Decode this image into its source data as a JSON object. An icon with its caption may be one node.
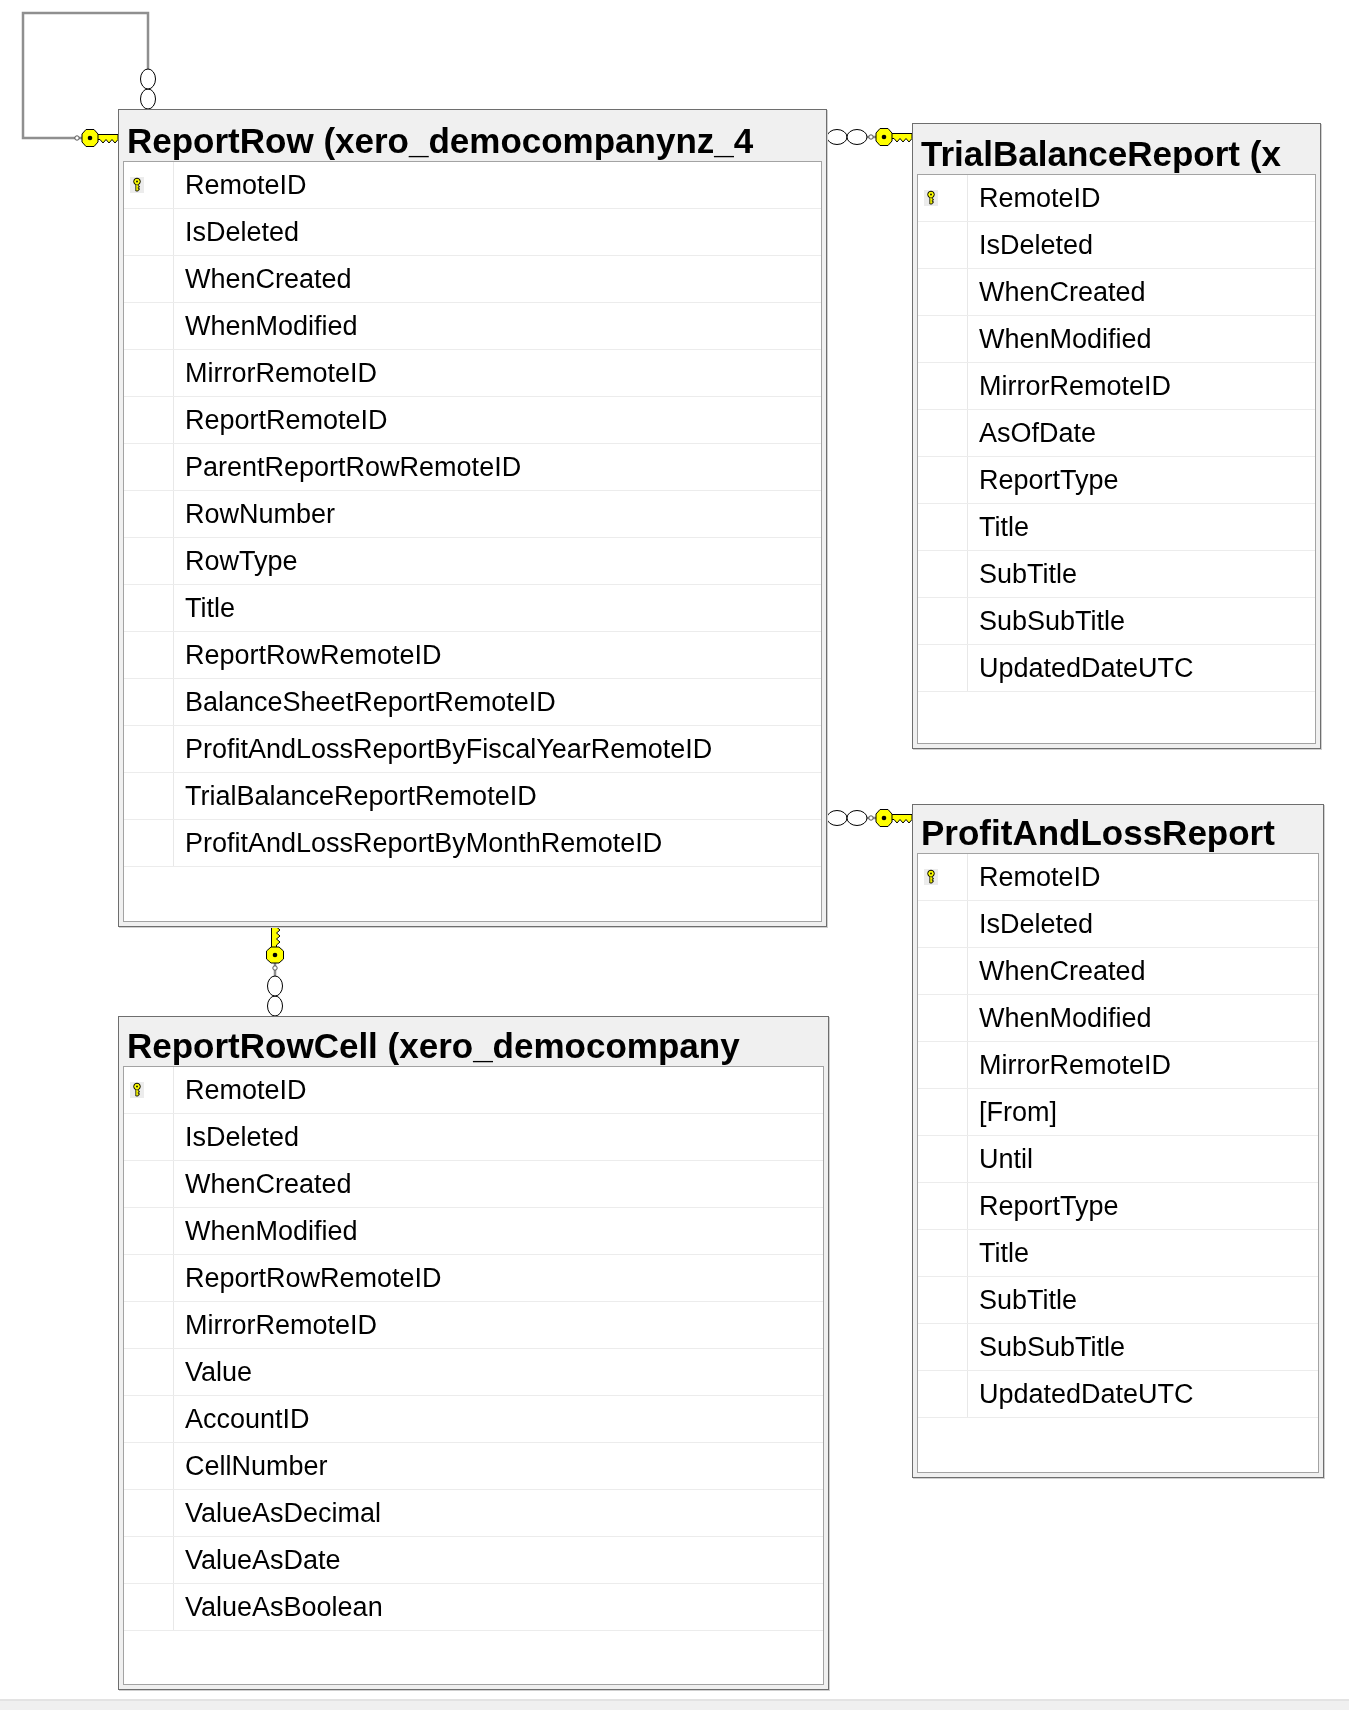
{
  "diagram": {
    "nodes": [
      {
        "text": [
          "ReportRow (xero_democompanynz_4",
          "RemoteID",
          "IsDeleted",
          "WhenCreated",
          "WhenModified",
          "MirrorRemoteID",
          "ReportRemoteID",
          "ParentReportRowRemoteID",
          "RowNumber",
          "RowType",
          "Title",
          "ReportRowRemoteID",
          "BalanceSheetReportRemoteID",
          "ProfitAndLossReportByFiscalYearRemoteID",
          "TrialBalanceReportRemoteID",
          "ProfitAndLossReportByMonthRemoteID"
        ]
      },
      {
        "text": [
          "TrialBalanceReport (x",
          "RemoteID",
          "IsDeleted",
          "WhenCreated",
          "WhenModified",
          "MirrorRemoteID",
          "AsOfDate",
          "ReportType",
          "Title",
          "SubTitle",
          "SubSubTitle",
          "UpdatedDateUTC"
        ]
      },
      {
        "text": [
          "ProfitAndLossReport",
          "RemoteID",
          "IsDeleted",
          "WhenCreated",
          "WhenModified",
          "MirrorRemoteID",
          "[From]",
          "Until",
          "ReportType",
          "Title",
          "SubTitle",
          "SubSubTitle",
          "UpdatedDateUTC"
        ]
      },
      {
        "text": [
          "ReportRowCell (xero_democompany",
          "RemoteID",
          "IsDeleted",
          "WhenCreated",
          "WhenModified",
          "ReportRowRemoteID",
          "MirrorRemoteID",
          "Value",
          "AccountID",
          "CellNumber",
          "ValueAsDecimal",
          "ValueAsDate",
          "ValueAsBoolean"
        ]
      }
    ],
    "edges": [
      {
        "from": 0,
        "to": 0,
        "arrow": "other"
      },
      {
        "from": 0,
        "to": 1,
        "arrow": "other"
      },
      {
        "from": 0,
        "to": 2,
        "arrow": "other"
      },
      {
        "from": 3,
        "to": 0,
        "arrow": "other"
      }
    ]
  }
}
